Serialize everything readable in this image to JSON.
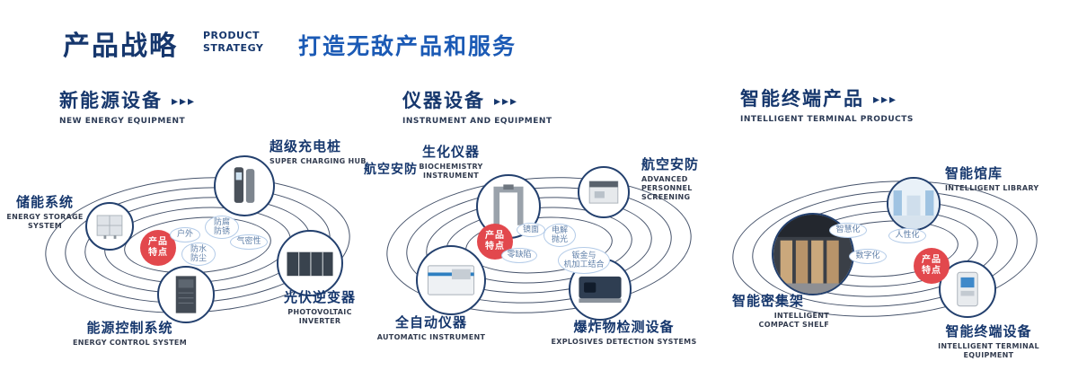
{
  "header": {
    "title_zh": "产品战略",
    "title_en": "PRODUCT\nSTRATEGY",
    "slogan": "打造无敌产品和服务"
  },
  "sections": [
    {
      "title_zh": "新能源设备",
      "arrows": "▸▸▸",
      "title_en": "NEW ENERGY EQUIPMENT",
      "badge": "产品\n特点",
      "features": [
        "户外",
        "防腐\n防锈",
        "气密性",
        "防水\n防尘"
      ],
      "items": [
        {
          "zh": "储能系统",
          "en": "ENERGY STORAGE SYSTEM"
        },
        {
          "zh": "超级充电桩",
          "en": "SUPER CHARGING HUB"
        },
        {
          "zh": "光伏逆变器",
          "en": "PHOTOVOLTAIC INVERTER"
        },
        {
          "zh": "能源控制系统",
          "en": "ENERGY CONTROL SYSTEM"
        }
      ]
    },
    {
      "title_zh": "仪器设备",
      "arrows": "▸▸▸",
      "title_en": "INSTRUMENT AND EQUIPMENT",
      "badge": "产品\n特点",
      "side_label": "航空安防",
      "features": [
        "镜面",
        "电解\n抛光",
        "零缺陷",
        "钣金与\n机加工结合"
      ],
      "items": [
        {
          "zh": "生化仪器",
          "en": "BIOCHEMISTRY INSTRUMENT"
        },
        {
          "zh": "航空安防",
          "en": "ADVANCED PERSONNEL SCREENING"
        },
        {
          "zh": "全自动仪器",
          "en": "AUTOMATIC INSTRUMENT"
        },
        {
          "zh": "爆炸物检测设备",
          "en": "EXPLOSIVES DETECTION SYSTEMS"
        }
      ]
    },
    {
      "title_zh": "智能终端产品",
      "arrows": "▸▸▸",
      "title_en": "INTELLIGENT TERMINAL PRODUCTS",
      "badge": "产品\n特点",
      "features": [
        "智慧化",
        "人性化",
        "数字化"
      ],
      "items": [
        {
          "zh": "智能馆库",
          "en": "INTELLIGENT LIBRARY"
        },
        {
          "zh": "智能密集架",
          "en": "INTELLIGENT COMPACT SHELF"
        },
        {
          "zh": "智能终端设备",
          "en": "INTELLIGENT TERMINAL EQUIPMENT"
        }
      ]
    }
  ],
  "colors": {
    "navy": "#16376d",
    "blue": "#1b5ab5",
    "badge_red": "#e2484d",
    "bubble_border": "#b3cbe8",
    "bubble_text": "#5f7fa8",
    "orbit_line": "#46536b"
  }
}
